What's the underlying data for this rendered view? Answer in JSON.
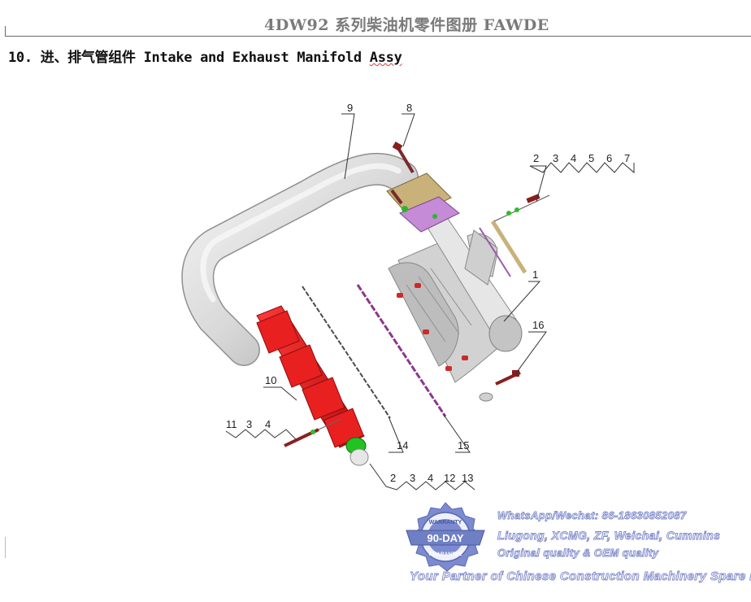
{
  "header": {
    "title": "4DW92 系列柴油机零件图册   FAWDE"
  },
  "section": {
    "title": "10. 进、排气管组件 Intake and Exhaust Manifold ",
    "title_spell": "Assy"
  },
  "callouts": {
    "c9": "9",
    "c8": "8",
    "c2a": "2",
    "c3a": "3",
    "c4a": "4",
    "c5a": "5",
    "c6a": "6",
    "c7a": "7",
    "c1": "1",
    "c16": "16",
    "c10": "10",
    "c14": "14",
    "c15": "15",
    "c11": "11",
    "c3b": "3",
    "c4b": "4",
    "c2c": "2",
    "c3c": "3",
    "c4c": "4",
    "c12c": "12",
    "c13c": "13"
  },
  "watermark": {
    "badge_top": "WARRANTY",
    "badge_center": "90-DAY",
    "badge_bottom": "GUARANTEE",
    "contact": "WhatsApp/Wechat: 86-18630852087",
    "brands": "Liugong, XCMG, ZF, Weichai, Cummins",
    "quality": "Original quality & OEM quality",
    "tagline": "Your Partner of Chinese Construction Machinery Spare Parts"
  },
  "colors": {
    "intake_manifold": "#e31b1b",
    "exhaust_manifold": "#d8d8d8",
    "flange_gold": "#c9b27a",
    "flange_purple": "#c58bd6",
    "green_part": "#22c222",
    "badge_blue": "#6f7fc4"
  }
}
